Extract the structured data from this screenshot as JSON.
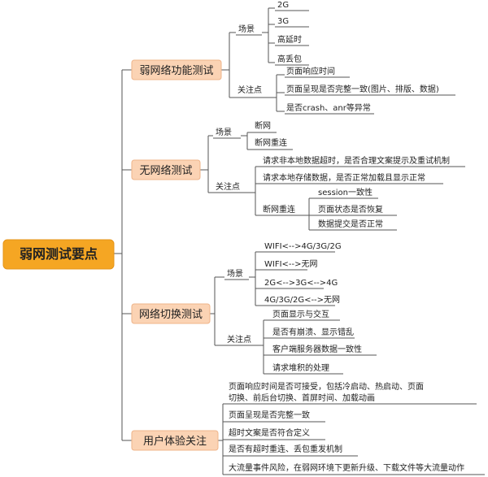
{
  "root": "弱网测试要点",
  "branches": [
    {
      "label": "弱网络功能测试",
      "groups": [
        {
          "label": "场景",
          "items": [
            "2G",
            "3G",
            "高延时",
            "高丢包"
          ]
        },
        {
          "label": "关注点",
          "items": [
            "页面响应时间",
            "页面呈现是否完整一致(图片、排版、数据)",
            "是否crash、anr等异常"
          ]
        }
      ]
    },
    {
      "label": "无网络测试",
      "groups": [
        {
          "label": "场景",
          "items": [
            "断网",
            "断网重连"
          ]
        },
        {
          "label": "关注点",
          "items": [
            "请求非本地数据超时，是否合理文案提示及重试机制",
            "请求本地存储数据，是否正常加载且显示正常"
          ],
          "sub": {
            "label": "断网重连",
            "items": [
              "session一致性",
              "页面状态是否恢复",
              "数据提交是否正常"
            ]
          }
        }
      ]
    },
    {
      "label": "网络切换测试",
      "groups": [
        {
          "label": "场景",
          "items": [
            "WIFI<-->4G/3G/2G",
            "WIFI<-->无网",
            "2G<-->3G<-->4G",
            "4G/3G/2G<-->无网"
          ]
        },
        {
          "label": "关注点",
          "items": [
            "页面显示与交互",
            "是否有崩溃、显示错乱",
            "客户端服务器数据一致性",
            "请求堆积的处理"
          ]
        }
      ]
    },
    {
      "label": "用户体验关注",
      "items": [
        "页面响应时间是否可接受，包括冷启动、热启动、页面切换、前后台切换、首屏时间、加载动画",
        "页面呈现是否完整一致",
        "超时文案是否符合定义",
        "是否有超时重连、丢包重发机制",
        "大流量事件风险，在弱网环境下更新升级、下载文件等大流量动作"
      ]
    }
  ]
}
